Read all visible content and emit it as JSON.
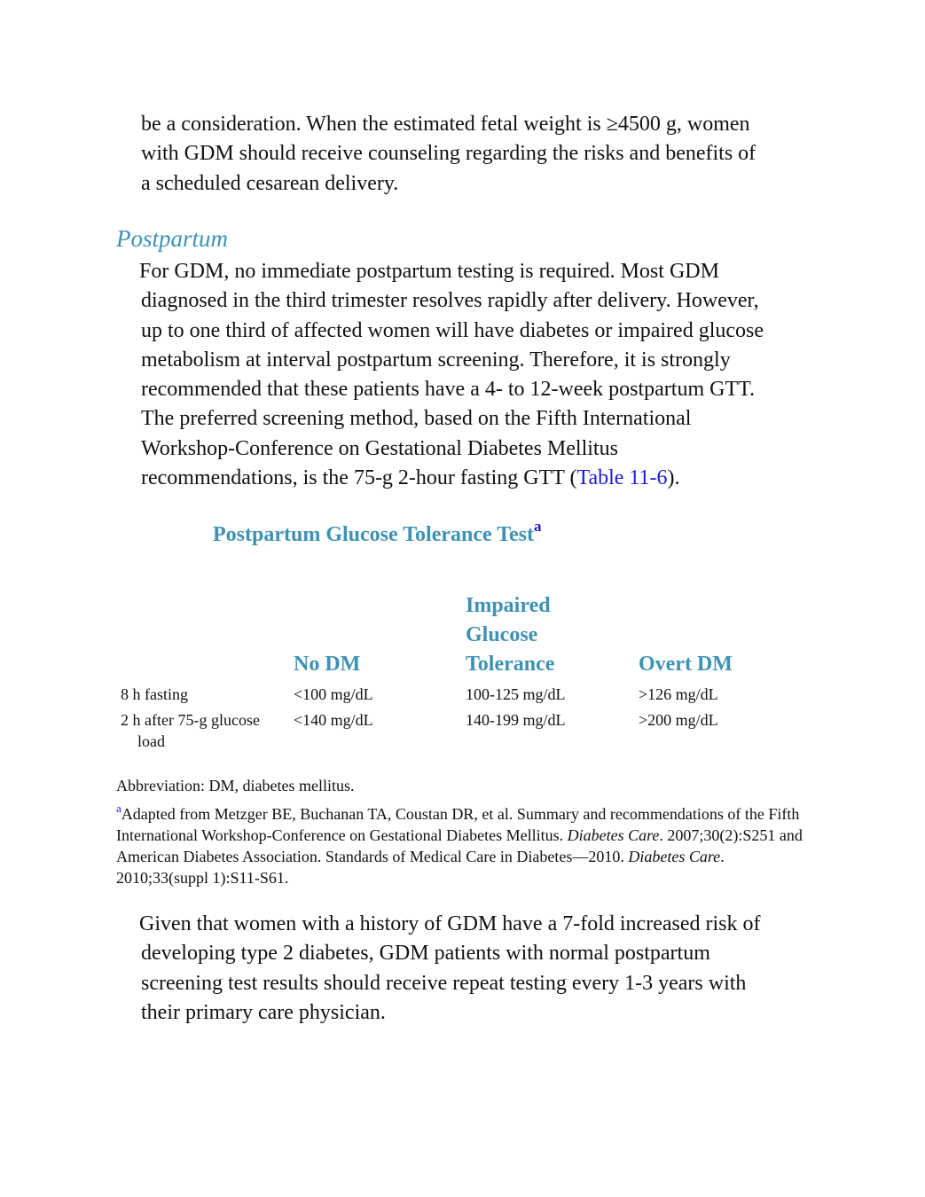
{
  "paragraph_1": {
    "lines": [
      "be a consideration. When the estimated fetal weight is ≥4500 g, women",
      "with GDM should receive counseling regarding the risks and benefits of",
      "a scheduled cesarean delivery."
    ]
  },
  "section": {
    "heading": "Postpartum"
  },
  "paragraph_2": {
    "lines": [
      "For GDM, no immediate postpartum testing is required. Most GDM",
      "diagnosed in the third trimester resolves rapidly after delivery. However,",
      "up to one third of affected women will have diabetes or impaired glucose",
      "metabolism at interval postpartum screening. Therefore, it is strongly",
      "recommended that these patients have a 4- to 12-week postpartum GTT.",
      "The preferred screening method, based on the Fifth International",
      "Workshop-Conference on Gestational Diabetes Mellitus"
    ],
    "last_line_before_link": "recommendations, is the 75-g 2-hour fasting GTT (",
    "link_text": "Table 11-6",
    "last_line_after_link": ")."
  },
  "table": {
    "title": "Postpartum Glucose Tolerance Test",
    "title_footnote_marker": "a",
    "headers": {
      "no_dm": "No DM",
      "igt_lines": [
        "Impaired",
        "Glucose",
        "Tolerance"
      ],
      "overt_dm": "Overt DM"
    },
    "rows": [
      {
        "label": "8 h fasting",
        "label_cont": "",
        "no_dm": "<100 mg/dL",
        "igt": "100-125 mg/dL",
        "overt_dm": ">126 mg/dL"
      },
      {
        "label": "2 h after 75-g glucose",
        "label_cont": "load",
        "no_dm": "<140 mg/dL",
        "igt": "140-199 mg/dL",
        "overt_dm": ">200 mg/dL"
      }
    ]
  },
  "footnotes": {
    "abbreviation": "Abbreviation: DM, diabetes mellitus.",
    "source_marker": "a",
    "source_part1": "Adapted from Metzger BE, Buchanan TA, Coustan DR, et al. Summary and recommendations of the Fifth International Workshop-Conference on Gestational Diabetes Mellitus. ",
    "source_journal1": "Diabetes Care",
    "source_part2": ". 2007;30(2):S251 and American Diabetes Association. Standards of Medical Care in Diabetes—2010. ",
    "source_journal2": "Diabetes Care",
    "source_part3": ". 2010;33(suppl 1):S11-S61."
  },
  "paragraph_3": {
    "lines": [
      "Given that women with a history of GDM have a 7-fold increased risk of",
      "developing type 2 diabetes, GDM patients with normal postpartum",
      "screening test results should receive repeat testing every 1-3 years with",
      "their primary care physician."
    ]
  }
}
